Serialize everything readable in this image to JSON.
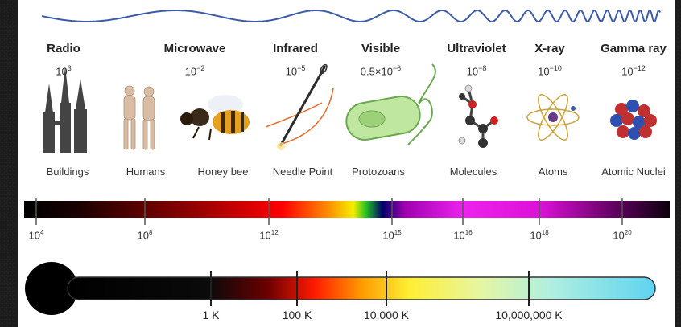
{
  "bands": [
    {
      "name": "Radio",
      "wavelength_base": "10",
      "wavelength_exp": "3"
    },
    {
      "name": "Microwave",
      "wavelength_base": "10",
      "wavelength_exp": "−2"
    },
    {
      "name": "Infrared",
      "wavelength_base": "10",
      "wavelength_exp": "−5"
    },
    {
      "name": "Visible",
      "wavelength_base": "0.5×10",
      "wavelength_exp": "−6"
    },
    {
      "name": "Ultraviolet",
      "wavelength_base": "10",
      "wavelength_exp": "−8"
    },
    {
      "name": "X-ray",
      "wavelength_base": "10",
      "wavelength_exp": "−10"
    },
    {
      "name": "Gamma ray",
      "wavelength_base": "10",
      "wavelength_exp": "−12"
    }
  ],
  "objects": [
    {
      "label": "Buildings",
      "icon": "buildings-icon"
    },
    {
      "label": "Humans",
      "icon": "humans-icon"
    },
    {
      "label": "Honey bee",
      "icon": "honey-bee-icon"
    },
    {
      "label": "Needle Point",
      "icon": "needle-icon"
    },
    {
      "label": "Protozoans",
      "icon": "protozoan-icon"
    },
    {
      "label": "Molecules",
      "icon": "molecule-icon"
    },
    {
      "label": "Atoms",
      "icon": "atom-icon"
    },
    {
      "label": "Atomic Nuclei",
      "icon": "nucleus-icon"
    }
  ],
  "frequency_ticks": [
    {
      "base": "10",
      "exp": "4"
    },
    {
      "base": "10",
      "exp": "8"
    },
    {
      "base": "10",
      "exp": "12"
    },
    {
      "base": "10",
      "exp": "15"
    },
    {
      "base": "10",
      "exp": "16"
    },
    {
      "base": "10",
      "exp": "18"
    },
    {
      "base": "10",
      "exp": "20"
    }
  ],
  "temperature_ticks": [
    "1 K",
    "100 K",
    "10,000 K",
    "10,000,000 K"
  ],
  "colors": {
    "wave": "#3b5aa8",
    "spectrum": [
      "#000000",
      "#3a0000",
      "#b00000",
      "#ff0000",
      "#ff7a00",
      "#ffee00",
      "#22cc22",
      "#0000aa",
      "#8a00a8",
      "#e020e0",
      "#ee22ee",
      "#c010c0",
      "#6a006a",
      "#100010"
    ],
    "thermometer": [
      "#000000",
      "#111111",
      "#8a0000",
      "#ff2a00",
      "#ff9a00",
      "#ffee33",
      "#dff59a",
      "#a8f0e8",
      "#5fd3f0"
    ]
  }
}
